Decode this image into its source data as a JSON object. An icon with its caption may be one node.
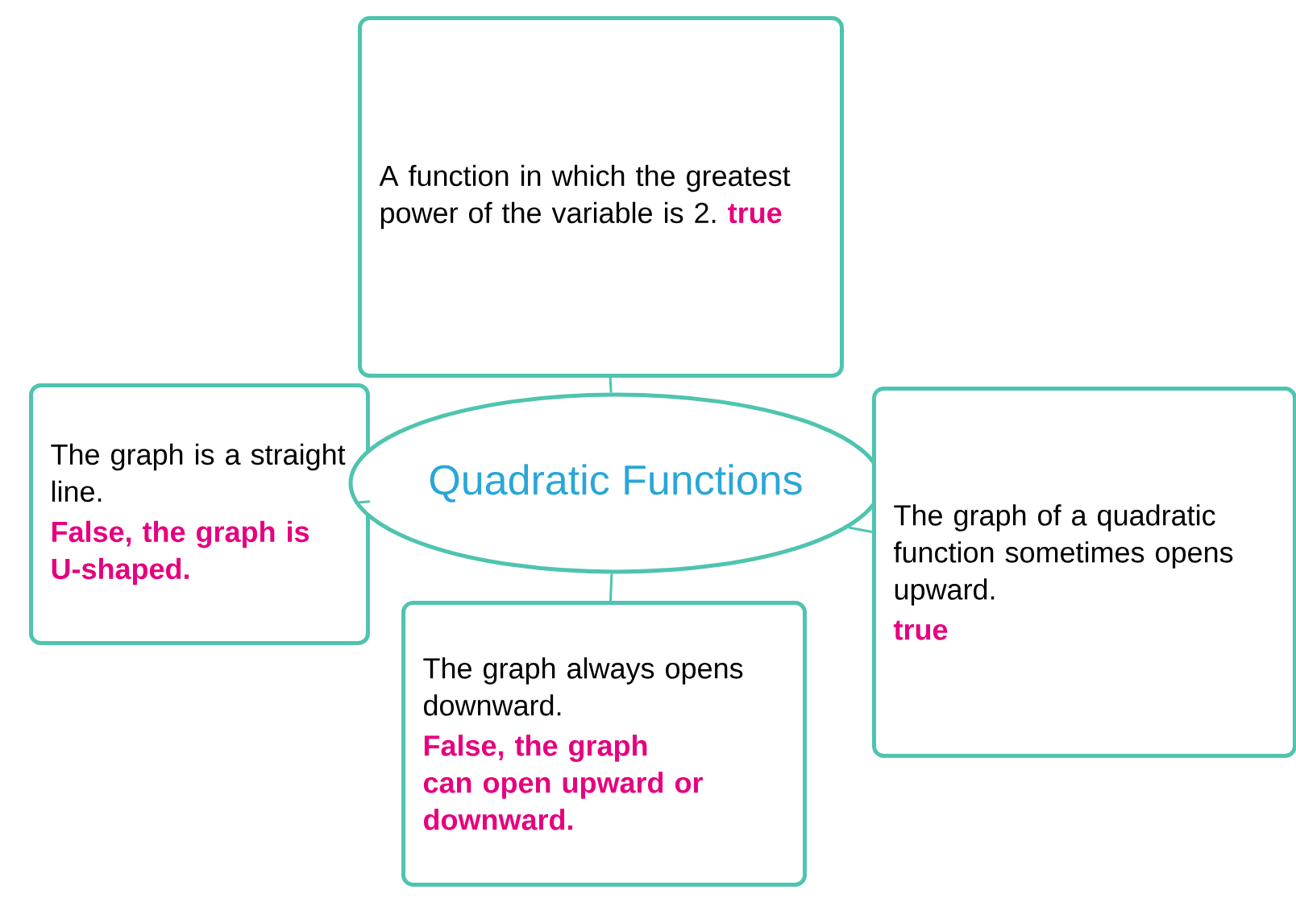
{
  "diagram": {
    "nodes": [
      {
        "text": [
          "A function in which the greatest power of the variable is 2.",
          "true"
        ]
      },
      {
        "text": [
          "The graph is a straight line.",
          "False, the graph is U-shaped."
        ]
      },
      {
        "text": [
          "Quadratic Functions"
        ]
      },
      {
        "text": [
          "The graph of a quadratic function sometimes opens upward.",
          "true"
        ]
      },
      {
        "text": [
          "The graph always opens downward.",
          "False, the graph can open upward or downward."
        ]
      }
    ],
    "edges": [
      {
        "from": 2,
        "to": 0,
        "arrow": "none"
      },
      {
        "from": 2,
        "to": 1,
        "arrow": "none"
      },
      {
        "from": 2,
        "to": 3,
        "arrow": "none"
      },
      {
        "from": 2,
        "to": 4,
        "arrow": "none"
      }
    ]
  }
}
